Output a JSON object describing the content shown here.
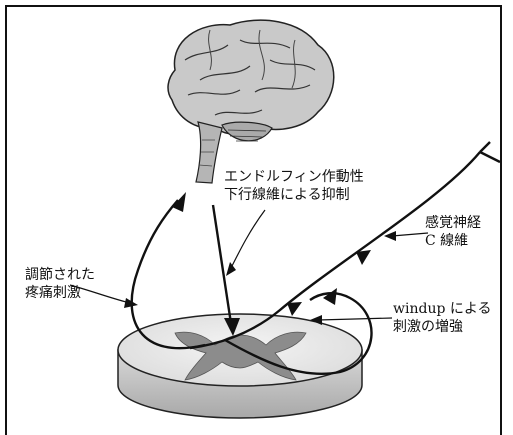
{
  "labels": {
    "endorphin_line1": "エンドルフィン作動性",
    "endorphin_line2": "下行線維による抑制",
    "sensory_line1": "感覚神経",
    "sensory_line2": "C 線維",
    "modulated_line1": "調節された",
    "modulated_line2": "疼痛刺激",
    "windup_line1": "windup による",
    "windup_line2": "刺激の増強"
  }
}
